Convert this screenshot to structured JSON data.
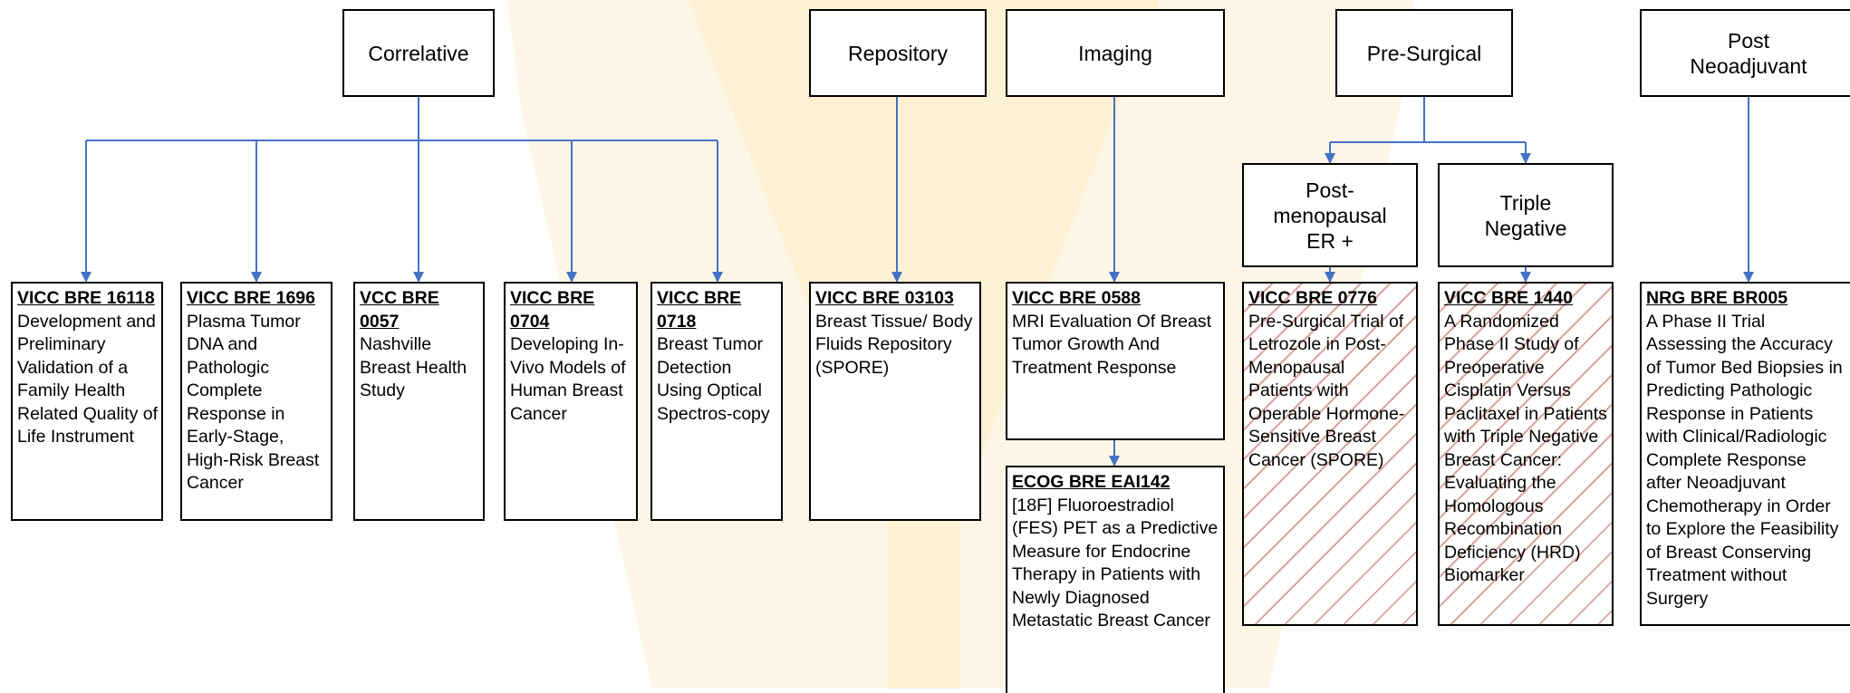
{
  "categories": {
    "correlative": "Correlative",
    "repository": "Repository",
    "imaging": "Imaging",
    "pre_surgical": "Pre-Surgical",
    "post_neoadjuvant": [
      "Post",
      "Neoadjuvant"
    ]
  },
  "subcategories": {
    "postmenopausal": [
      "Post-",
      "menopausal",
      "ER +"
    ],
    "triple_negative": [
      "Triple",
      "Negative"
    ]
  },
  "trials": {
    "bre16118": {
      "id": "VICC BRE 16118",
      "desc": "Development and Preliminary Validation of a Family Health Related Quality of Life Instrument"
    },
    "bre1696": {
      "id": "VICC BRE 1696",
      "desc": "Plasma Tumor DNA and Pathologic Complete Response in Early-Stage, High-Risk Breast Cancer"
    },
    "bre0057": {
      "id": "VCC BRE 0057",
      "desc": "Nashville Breast Health Study"
    },
    "bre0704": {
      "id": "VICC BRE 0704",
      "desc": "Developing In-Vivo Models of Human Breast Cancer"
    },
    "bre0718": {
      "id": "VICC BRE 0718",
      "desc": "Breast Tumor Detection Using Optical Spectros-copy"
    },
    "bre03103": {
      "id": "VICC BRE 03103",
      "desc": "Breast Tissue/ Body Fluids Repository (SPORE)"
    },
    "bre0588": {
      "id": "VICC BRE 0588",
      "desc": "MRI Evaluation Of Breast Tumor Growth And Treatment Response"
    },
    "eai142": {
      "id": "ECOG BRE EAI142",
      "desc": "[18F] Fluoroestradiol (FES) PET as a Predictive Measure for Endocrine Therapy in Patients with Newly Diagnosed Metastatic Breast Cancer"
    },
    "bre0776": {
      "id": "VICC BRE 0776",
      "desc": "Pre-Surgical Trial of Letrozole in Post-Menopausal Patients with Operable Hormone-Sensitive Breast Cancer (SPORE)"
    },
    "bre1440": {
      "id": "VICC BRE 1440",
      "desc": "A Randomized Phase II Study of Preoperative Cisplatin Versus Paclitaxel in Patients with Triple Negative Breast Cancer: Evaluating the Homologous Recombination Deficiency (HRD) Biomarker"
    },
    "br005": {
      "id": "NRG BRE BR005",
      "desc": "A Phase II Trial Assessing the Accuracy of Tumor Bed Biopsies in Predicting Pathologic Response in Patients with Clinical/Radiologic Complete Response after Neoadjuvant Chemotherapy in Order to Explore the Feasibility of Breast Conserving Treatment without Surgery"
    }
  },
  "colors": {
    "connector": "#4472c4",
    "box_border": "#000000",
    "hatch": "#d8a6a0",
    "watermark": "#fdf1d4"
  }
}
